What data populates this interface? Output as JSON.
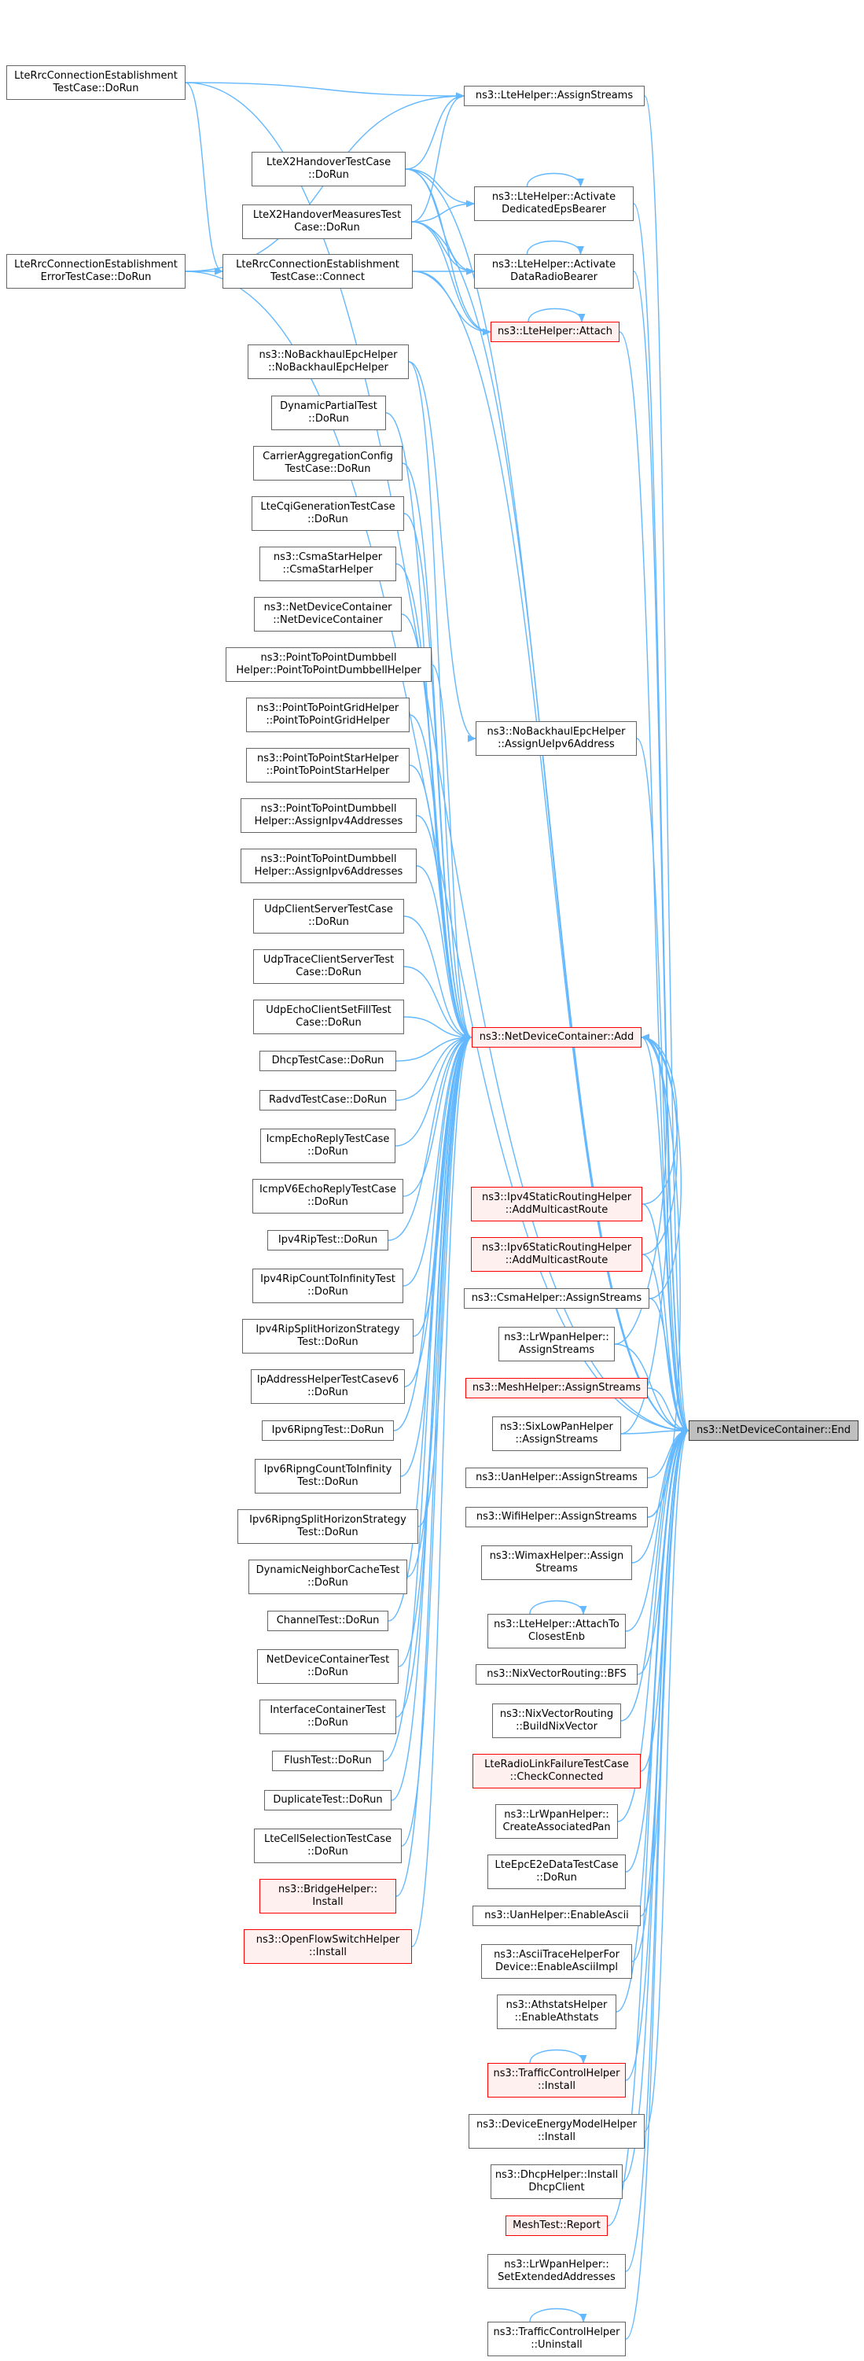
{
  "graph": {
    "target": "ns3::NetDeviceContainer::End",
    "edge_color": "#63b8ff",
    "node_border_color": "#666666",
    "highlight_border_color": "#ff0000",
    "highlight_fill_color": "#fff0f0",
    "target_fill_color": "#bfbfbf",
    "nodes": [
      {
        "id": "rrc_doRun",
        "label": "LteRrcConnectionEstablishment\nTestCase::DoRun",
        "highlight": false
      },
      {
        "id": "rrc_err_doRun",
        "label": "LteRrcConnectionEstablishment\nErrorTestCase::DoRun",
        "highlight": false
      },
      {
        "id": "x2_doRun",
        "label": "LteX2HandoverTestCase\n::DoRun",
        "highlight": false
      },
      {
        "id": "x2m_doRun",
        "label": "LteX2HandoverMeasuresTest\nCase::DoRun",
        "highlight": false
      },
      {
        "id": "rrc_connect",
        "label": "LteRrcConnectionEstablishment\nTestCase::Connect",
        "highlight": false
      },
      {
        "id": "lte_assign",
        "label": "ns3::LteHelper::AssignStreams",
        "highlight": false
      },
      {
        "id": "lte_ded",
        "label": "ns3::LteHelper::Activate\nDedicatedEpsBearer",
        "highlight": false
      },
      {
        "id": "lte_drb",
        "label": "ns3::LteHelper::Activate\nDataRadioBearer",
        "highlight": false
      },
      {
        "id": "lte_attach",
        "label": "ns3::LteHelper::Attach",
        "highlight": true
      },
      {
        "id": "nobh_ctor",
        "label": "ns3::NoBackhaulEpcHelper\n::NoBackhaulEpcHelper",
        "highlight": false
      },
      {
        "id": "dyn_partial",
        "label": "DynamicPartialTest\n::DoRun",
        "highlight": false
      },
      {
        "id": "ca_config",
        "label": "CarrierAggregationConfig\nTestCase::DoRun",
        "highlight": false
      },
      {
        "id": "cqi_gen",
        "label": "LteCqiGenerationTestCase\n::DoRun",
        "highlight": false
      },
      {
        "id": "csma_star",
        "label": "ns3::CsmaStarHelper\n::CsmaStarHelper",
        "highlight": false
      },
      {
        "id": "ndc_ctor",
        "label": "ns3::NetDeviceContainer\n::NetDeviceContainer",
        "highlight": false
      },
      {
        "id": "p2p_db",
        "label": "ns3::PointToPointDumbbell\nHelper::PointToPointDumbbellHelper",
        "highlight": false
      },
      {
        "id": "p2p_grid",
        "label": "ns3::PointToPointGridHelper\n::PointToPointGridHelper",
        "highlight": false
      },
      {
        "id": "p2p_star",
        "label": "ns3::PointToPointStarHelper\n::PointToPointStarHelper",
        "highlight": false
      },
      {
        "id": "p2p_v4",
        "label": "ns3::PointToPointDumbbell\nHelper::AssignIpv4Addresses",
        "highlight": false
      },
      {
        "id": "p2p_v6",
        "label": "ns3::PointToPointDumbbell\nHelper::AssignIpv6Addresses",
        "highlight": false
      },
      {
        "id": "udp_cs",
        "label": "UdpClientServerTestCase\n::DoRun",
        "highlight": false
      },
      {
        "id": "udp_trace",
        "label": "UdpTraceClientServerTest\nCase::DoRun",
        "highlight": false
      },
      {
        "id": "udp_echo",
        "label": "UdpEchoClientSetFillTest\nCase::DoRun",
        "highlight": false
      },
      {
        "id": "dhcp_test",
        "label": "DhcpTestCase::DoRun",
        "highlight": false
      },
      {
        "id": "radvd",
        "label": "RadvdTestCase::DoRun",
        "highlight": false
      },
      {
        "id": "icmp_echo",
        "label": "IcmpEchoReplyTestCase\n::DoRun",
        "highlight": false
      },
      {
        "id": "icmpv6_echo",
        "label": "IcmpV6EchoReplyTestCase\n::DoRun",
        "highlight": false
      },
      {
        "id": "ipv4rip",
        "label": "Ipv4RipTest::DoRun",
        "highlight": false
      },
      {
        "id": "ipv4rip_cti",
        "label": "Ipv4RipCountToInfinityTest\n::DoRun",
        "highlight": false
      },
      {
        "id": "ipv4rip_sh",
        "label": "Ipv4RipSplitHorizonStrategy\nTest::DoRun",
        "highlight": false
      },
      {
        "id": "ipaddr_v6",
        "label": "IpAddressHelperTestCasev6\n::DoRun",
        "highlight": false
      },
      {
        "id": "ipv6ripng",
        "label": "Ipv6RipngTest::DoRun",
        "highlight": false
      },
      {
        "id": "ipv6ripng_cti",
        "label": "Ipv6RipngCountToInfinity\nTest::DoRun",
        "highlight": false
      },
      {
        "id": "ipv6ripng_sh",
        "label": "Ipv6RipngSplitHorizonStrategy\nTest::DoRun",
        "highlight": false
      },
      {
        "id": "dyn_neigh",
        "label": "DynamicNeighborCacheTest\n::DoRun",
        "highlight": false
      },
      {
        "id": "channel_test",
        "label": "ChannelTest::DoRun",
        "highlight": false
      },
      {
        "id": "ndc_test",
        "label": "NetDeviceContainerTest\n::DoRun",
        "highlight": false
      },
      {
        "id": "ifc_test",
        "label": "InterfaceContainerTest\n::DoRun",
        "highlight": false
      },
      {
        "id": "flush_test",
        "label": "FlushTest::DoRun",
        "highlight": false
      },
      {
        "id": "dup_test",
        "label": "DuplicateTest::DoRun",
        "highlight": false
      },
      {
        "id": "cell_sel",
        "label": "LteCellSelectionTestCase\n::DoRun",
        "highlight": false
      },
      {
        "id": "bridge_install",
        "label": "ns3::BridgeHelper::\nInstall",
        "highlight": true
      },
      {
        "id": "ofs_install",
        "label": "ns3::OpenFlowSwitchHelper\n::Install",
        "highlight": true
      },
      {
        "id": "nobh_assign_v6",
        "label": "ns3::NoBackhaulEpcHelper\n::AssignUeIpv6Address",
        "highlight": false
      },
      {
        "id": "ndc_add",
        "label": "ns3::NetDeviceContainer::Add",
        "highlight": true
      },
      {
        "id": "ipv4_mcast",
        "label": "ns3::Ipv4StaticRoutingHelper\n::AddMulticastRoute",
        "highlight": true
      },
      {
        "id": "ipv6_mcast",
        "label": "ns3::Ipv6StaticRoutingHelper\n::AddMulticastRoute",
        "highlight": true
      },
      {
        "id": "csma_assign",
        "label": "ns3::CsmaHelper::AssignStreams",
        "highlight": false
      },
      {
        "id": "lrwpan_assign",
        "label": "ns3::LrWpanHelper::\nAssignStreams",
        "highlight": false
      },
      {
        "id": "mesh_assign",
        "label": "ns3::MeshHelper::AssignStreams",
        "highlight": true
      },
      {
        "id": "sixlow_assign",
        "label": "ns3::SixLowPanHelper\n::AssignStreams",
        "highlight": false
      },
      {
        "id": "uan_assign",
        "label": "ns3::UanHelper::AssignStreams",
        "highlight": false
      },
      {
        "id": "wifi_assign",
        "label": "ns3::WifiHelper::AssignStreams",
        "highlight": false
      },
      {
        "id": "wimax_assign",
        "label": "ns3::WimaxHelper::Assign\nStreams",
        "highlight": false
      },
      {
        "id": "lte_closest",
        "label": "ns3::LteHelper::AttachTo\nClosestEnb",
        "highlight": false
      },
      {
        "id": "nix_bfs",
        "label": "ns3::NixVectorRouting::BFS",
        "highlight": false
      },
      {
        "id": "nix_build",
        "label": "ns3::NixVectorRouting\n::BuildNixVector",
        "highlight": false
      },
      {
        "id": "rlf_check",
        "label": "LteRadioLinkFailureTestCase\n::CheckConnected",
        "highlight": true
      },
      {
        "id": "lrwpan_pan",
        "label": "ns3::LrWpanHelper::\nCreateAssociatedPan",
        "highlight": false
      },
      {
        "id": "epc_e2e",
        "label": "LteEpcE2eDataTestCase\n::DoRun",
        "highlight": false
      },
      {
        "id": "uan_ascii",
        "label": "ns3::UanHelper::EnableAscii",
        "highlight": false
      },
      {
        "id": "ascii_impl",
        "label": "ns3::AsciiTraceHelperFor\nDevice::EnableAsciiImpl",
        "highlight": false
      },
      {
        "id": "athstats",
        "label": "ns3::AthstatsHelper\n::EnableAthstats",
        "highlight": false
      },
      {
        "id": "tc_install",
        "label": "ns3::TrafficControlHelper\n::Install",
        "highlight": true
      },
      {
        "id": "energy_install",
        "label": "ns3::DeviceEnergyModelHelper\n::Install",
        "highlight": false
      },
      {
        "id": "dhcp_install",
        "label": "ns3::DhcpHelper::Install\nDhcpClient",
        "highlight": false
      },
      {
        "id": "mesh_report",
        "label": "MeshTest::Report",
        "highlight": true
      },
      {
        "id": "lrwpan_ext",
        "label": "ns3::LrWpanHelper::\nSetExtendedAddresses",
        "highlight": false
      },
      {
        "id": "tc_uninstall",
        "label": "ns3::TrafficControlHelper\n::Uninstall",
        "highlight": false
      },
      {
        "id": "ndc_end",
        "label": "ns3::NetDeviceContainer::End",
        "highlight": false,
        "is_target": true
      }
    ]
  }
}
